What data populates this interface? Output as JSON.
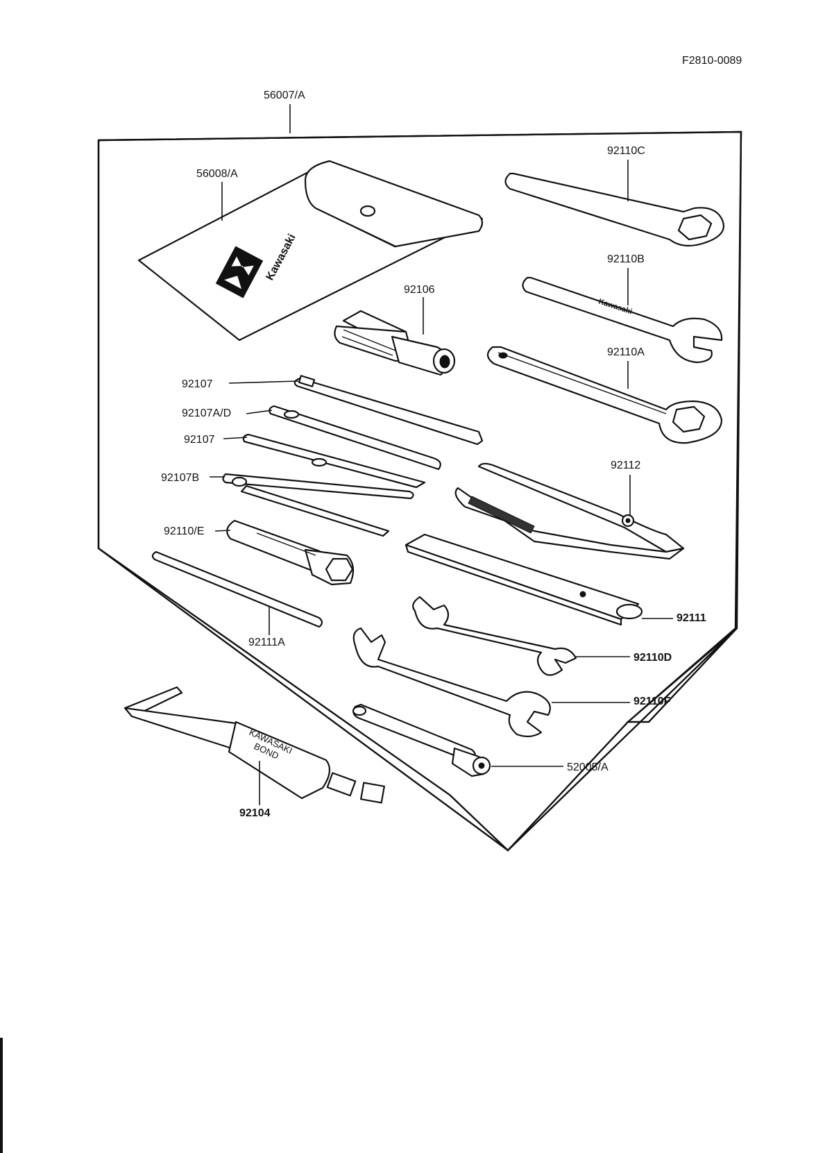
{
  "diagram": {
    "ref_code": "F2810-0089",
    "assembly_label": "56007/A",
    "pouch_logo_text": "Kawasaki",
    "tube_text_1": "KAWASAKI",
    "tube_text_2": "BOND",
    "parts": {
      "p56008": "56008/A",
      "p92106": "92106",
      "p92107_top": "92107",
      "p92107ad": "92107A/D",
      "p92107": "92107",
      "p92107b": "92107B",
      "p92110e": "92110/E",
      "p92111a": "92111A",
      "p92104": "92104",
      "p92110c": "92110C",
      "p92110b": "92110B",
      "p92110a": "92110A",
      "p92112": "92112",
      "p92111": "92111",
      "p92110d": "92110D",
      "p92110f": "92110F",
      "p52005": "52005/A"
    }
  }
}
